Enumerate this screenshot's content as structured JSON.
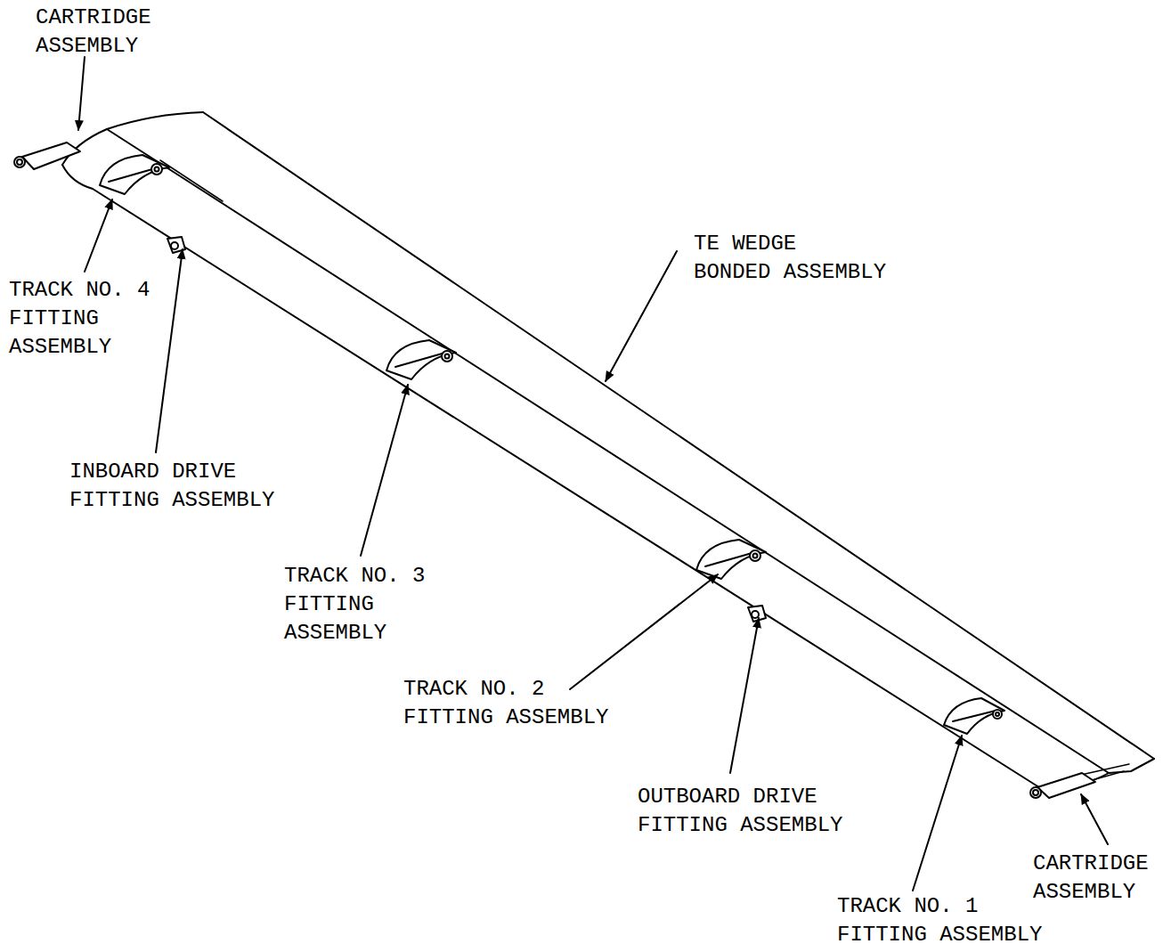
{
  "diagram": {
    "labels": [
      "CARTRIDGE ASSEMBLY",
      "TRACK NO. 4 FITTING ASSEMBLY",
      "INBOARD DRIVE FITTING ASSEMBLY",
      "TE WEDGE BONDED ASSEMBLY",
      "TRACK NO. 3 FITTING ASSEMBLY",
      "TRACK NO. 2 FITTING ASSEMBLY",
      "OUTBOARD DRIVE FITTING ASSEMBLY",
      "CARTRIDGE ASSEMBLY",
      "TRACK NO. 1 FITTING ASSEMBLY"
    ]
  }
}
